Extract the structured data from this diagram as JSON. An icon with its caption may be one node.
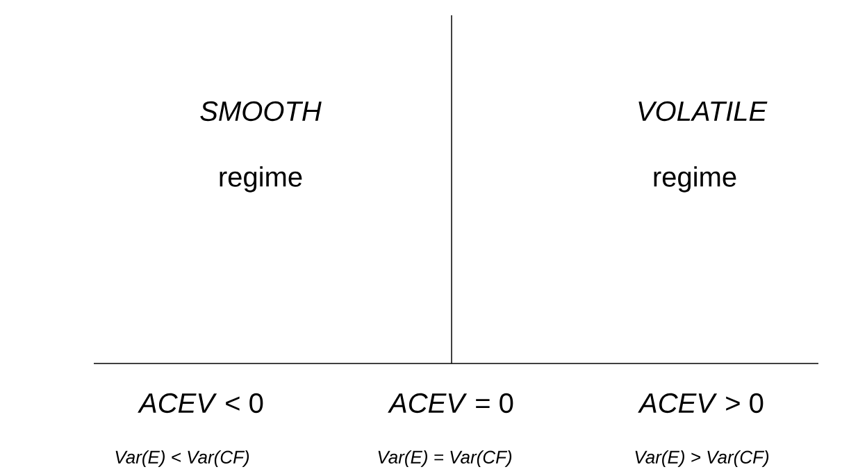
{
  "diagram": {
    "labels": [
      "SMOOTH",
      "VOLATILE",
      "regime",
      "regime",
      "*ACEV* < 0",
      "*ACEV* = 0",
      "*ACEV* > 0",
      "Var(E) < Var(CF)",
      "Var(E) = Var(CF)",
      "Var(E) > Var(CF)"
    ]
  }
}
